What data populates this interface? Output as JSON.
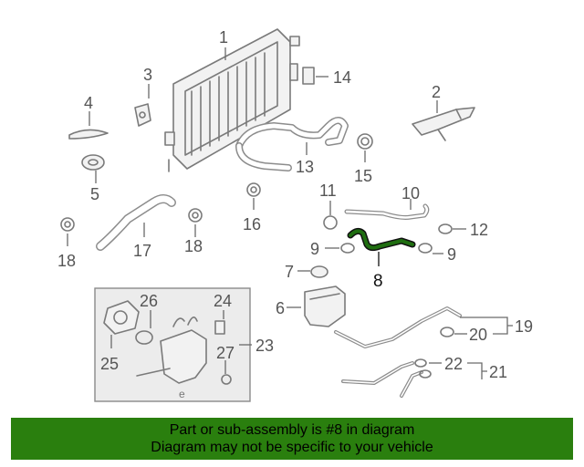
{
  "labels": {
    "n1": "1",
    "n2": "2",
    "n3": "3",
    "n4": "4",
    "n5": "5",
    "n6": "6",
    "n7": "7",
    "n8": "8",
    "n9a": "9",
    "n9b": "9",
    "n10": "10",
    "n11": "11",
    "n12": "12",
    "n13": "13",
    "n14": "14",
    "n15": "15",
    "n16": "16",
    "n17": "17",
    "n18a": "18",
    "n18b": "18",
    "n19": "19",
    "n20": "20",
    "n21": "21",
    "n22": "22",
    "n23": "23",
    "n24": "24",
    "n25": "25",
    "n26": "26",
    "n27": "27"
  },
  "colors": {
    "highlight": "#1f6e10",
    "banner": "#2a7f0e",
    "part_stroke": "#7a7a7a"
  },
  "banner": {
    "line1": "Part or sub-assembly is #8 in diagram",
    "line2": "Diagram may not be specific to your vehicle"
  }
}
